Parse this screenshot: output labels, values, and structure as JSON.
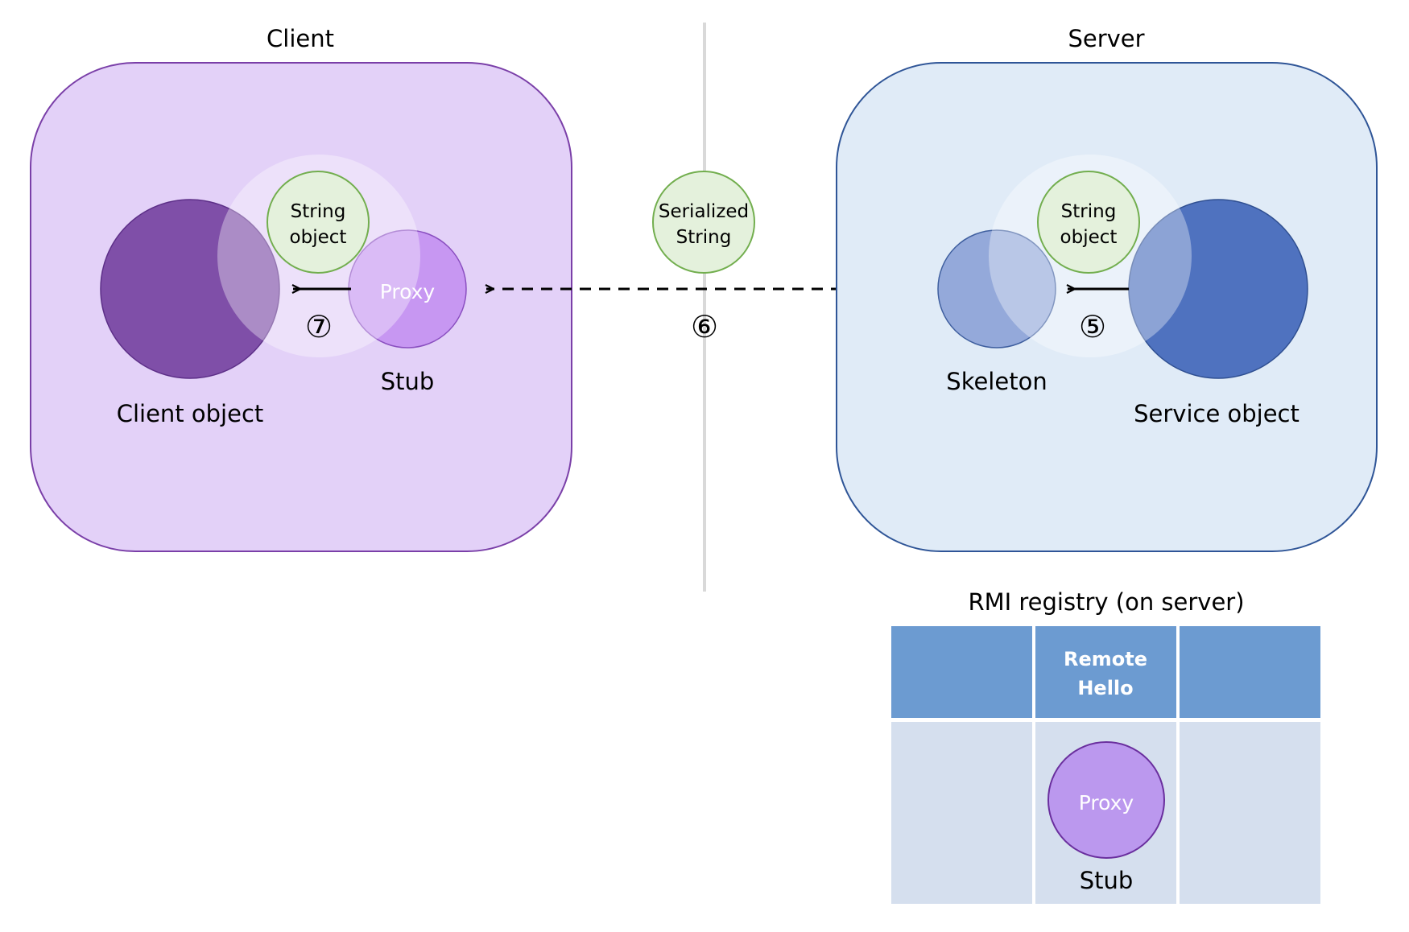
{
  "client": {
    "title": "Client",
    "client_object_label": "Client object",
    "string_object_line1": "String",
    "string_object_line2": "object",
    "proxy_label": "Proxy",
    "stub_label": "Stub",
    "step": "⑦"
  },
  "network": {
    "serialized_line1": "Serialized",
    "serialized_line2": "String",
    "step": "⑥"
  },
  "server": {
    "title": "Server",
    "skeleton_label": "Skeleton",
    "service_object_label": "Service object",
    "string_object_line1": "String",
    "string_object_line2": "object",
    "step": "⑤"
  },
  "registry": {
    "title": "RMI registry (on server)",
    "key_line1": "Remote",
    "key_line2": "Hello",
    "proxy_label": "Proxy",
    "stub_label": "Stub"
  },
  "colors": {
    "client_box_fill": "#e3d1f8",
    "client_box_stroke": "#7a3fa8",
    "client_object": "#7f4fa8",
    "proxy_fill": "#c797f2",
    "server_box_fill": "#e0ebf7",
    "server_box_stroke": "#2f5597",
    "service_object": "#4f72bf",
    "skeleton_fill": "#94a9da",
    "string_fill": "#e4f1dc",
    "string_stroke": "#72ae4e",
    "registry_header": "#6c9bd1",
    "registry_body": "#d5dfee",
    "registry_proxy": "#bb98ee",
    "divider": "#d9d9d9"
  }
}
